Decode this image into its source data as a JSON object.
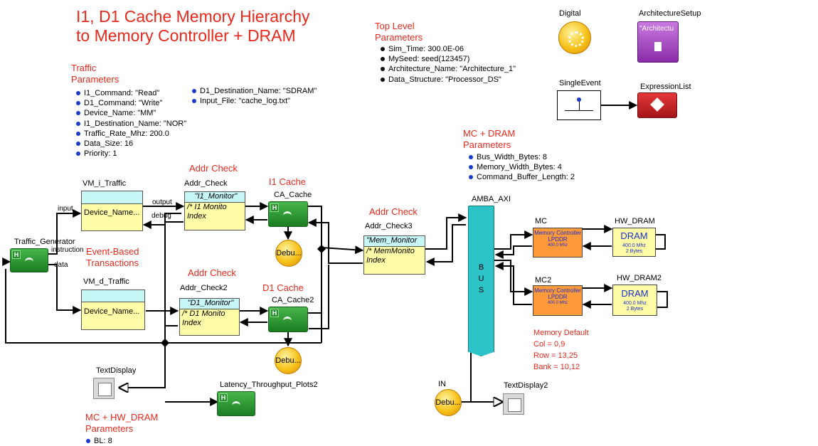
{
  "title": {
    "line1": "I1, D1 Cache Memory Hierarchy",
    "line2": "to Memory Controller + DRAM"
  },
  "traffic_params": {
    "heading1": "Traffic",
    "heading2": "Parameters",
    "left": [
      "I1_Command: \"Read\"",
      "D1_Command: \"Write\"",
      "Device_Name: \"MM\"",
      "I1_Destination_Name: \"NOR\"",
      "Traffic_Rate_Mhz: 200.0",
      "Data_Size: 16",
      "Priority: 1"
    ],
    "right": [
      "D1_Destination_Name: \"SDRAM\"",
      "Input_File: \"cache_log.txt\""
    ]
  },
  "top_level": {
    "heading1": "Top Level",
    "heading2": "Parameters",
    "items": [
      "Sim_Time: 300.0E-06",
      "MySeed: seed(123457)",
      "Architecture_Name: \"Architecture_1\"",
      "Data_Structure: \"Processor_DS\""
    ]
  },
  "mc_dram_params": {
    "heading1": "MC + DRAM",
    "heading2": "Parameters",
    "items": [
      "Bus_Width_Bytes: 8",
      "Memory_Width_Bytes: 4",
      "Command_Buffer_Length: 2"
    ]
  },
  "mc_hw_params": {
    "heading1": "MC + HW_DRAM",
    "heading2": "Parameters",
    "items": [
      "BL: 8"
    ]
  },
  "icons": {
    "digital": "Digital",
    "arch_setup": "ArchitectureSetup",
    "arch_setup_text": "\"Architectu",
    "single_event": "SingleEvent",
    "expression_list": "ExpressionList"
  },
  "group_labels": {
    "addr_check_a": "Addr Check",
    "addr_check_b": "Addr Check",
    "addr_check_c": "Addr Check",
    "i1_cache": "I1 Cache",
    "d1_cache": "D1 Cache",
    "event_based1": "Event-Based",
    "event_based2": "Transactions"
  },
  "blocks": {
    "vm_i": {
      "name": "VM_i_Traffic",
      "text": "Device_Name..."
    },
    "vm_d": {
      "name": "VM_d_Traffic",
      "text": "Device_Name..."
    },
    "addr1": {
      "name": "Addr_Check",
      "l1": "\"I1_Monitor\"",
      "l2": "/* I1 Monito",
      "l3": "Index"
    },
    "addr2": {
      "name": "Addr_Check2",
      "l1": "\"D1_Monitor\"",
      "l2": "/* D1 Monito",
      "l3": "Index"
    },
    "addr3": {
      "name": "Addr_Check3",
      "l1": "\"Mem_Monitor",
      "l2": "/* MemMonito",
      "l3": "Index"
    },
    "traffic_gen": "Traffic_Generator",
    "ca_cache": "CA_Cache",
    "ca_cache2": "CA_Cache2",
    "latency": "Latency_Throughput_Plots2",
    "text_display": "TextDisplay",
    "text_display2": "TextDisplay2",
    "amba": "AMBA_AXI",
    "bus": [
      "B",
      "U",
      "S"
    ],
    "in_label": "IN",
    "debu": "Debu..."
  },
  "ports": {
    "input": "input",
    "instruction": "instruction",
    "data": "data",
    "output": "output",
    "debug": "debug"
  },
  "mc": {
    "mc1": {
      "name": "MC",
      "l1": "Memory Controller",
      "l2": "LPDDR",
      "l3": "400.0 Mhz"
    },
    "mc2": {
      "name": "MC2",
      "l1": "Memory Controller",
      "l2": "LPDDR",
      "l3": "400.0 Mhz"
    },
    "dram1": {
      "name": "HW_DRAM",
      "title": "DRAM",
      "l1": "400.0 Mhz",
      "l2": "2  Bytes"
    },
    "dram2": {
      "name": "HW_DRAM2",
      "title": "DRAM",
      "l1": "400.0 Mhz",
      "l2": "2  Bytes"
    }
  },
  "memory_default": {
    "heading": "Memory Default",
    "lines": [
      "Col = 0,9",
      "Row = 13,25",
      "Bank = 10,12"
    ]
  },
  "colors": {
    "accent_red": "#e8291c",
    "bullet_blue": "#1a3ad0",
    "block_yellow": "#fffca8",
    "block_cyan": "#c7f6f7",
    "bus_teal": "#2cc4c8",
    "mc_orange": "#ff9a3a"
  }
}
